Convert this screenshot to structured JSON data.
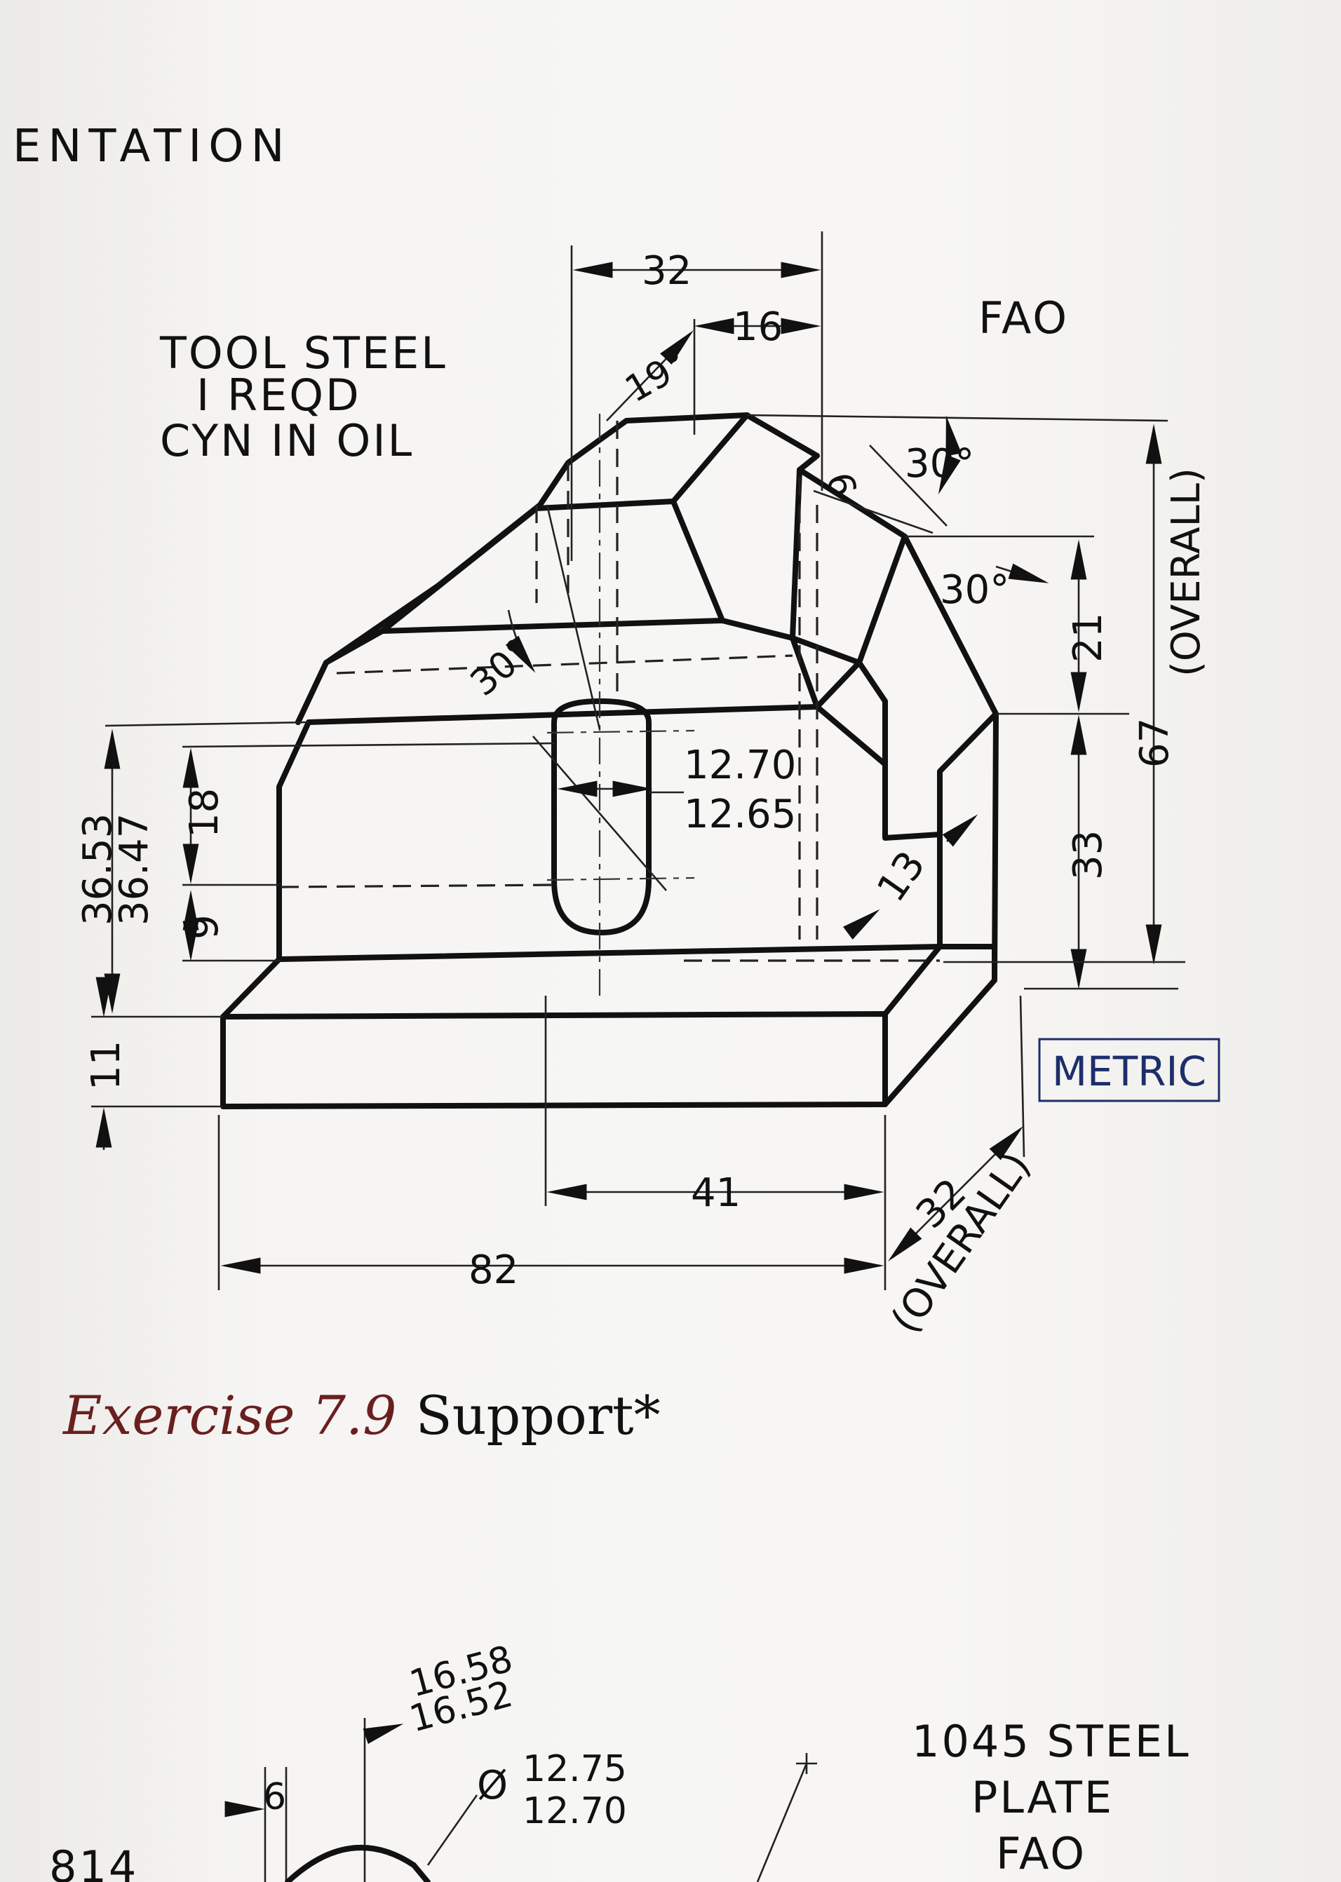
{
  "header": {
    "text": "ENTATION"
  },
  "material_note": {
    "line1": "TOOL STEEL",
    "line2": "I REQD",
    "line3": "CYN IN OIL"
  },
  "finish_note": "FAO",
  "metric_badge": "METRIC",
  "dimensions": {
    "top_width": "32",
    "top_offset": "16",
    "angle_left": "19°",
    "thickness_6": "6",
    "angle_30_top": "30°",
    "angle_30_right": "30°",
    "angle_30_center": "30°",
    "height_21": "21",
    "height_33": "33",
    "overall_height": "67",
    "overall_height_note": "(OVERALL)",
    "slot_upper": "12.70",
    "slot_lower": "12.65",
    "ledge_13": "13",
    "left_upper": "36.53",
    "left_lower": "36.47",
    "left_18": "18",
    "left_9": "9",
    "base_11": "11",
    "base_41": "41",
    "base_82": "82",
    "depth_32": "32",
    "depth_note": "(OVERALL)"
  },
  "caption": {
    "label": "Exercise 7.9",
    "title": "Support*"
  },
  "next_exercise": {
    "dim_upper": "16.58",
    "dim_lower": "16.52",
    "dia_upper": "12.75",
    "dia_lower": "12.70",
    "dia_symbol": "Ø",
    "small_6": "6",
    "material_line1": "1045 STEEL",
    "material_line2": "PLATE",
    "material_line3": "FAO",
    "margin_label": "814"
  },
  "colors": {
    "paper": "#f4f3f1",
    "ink": "#111111",
    "caption_label": "#6a1f1f",
    "metric_ink": "#1d2e6b"
  }
}
